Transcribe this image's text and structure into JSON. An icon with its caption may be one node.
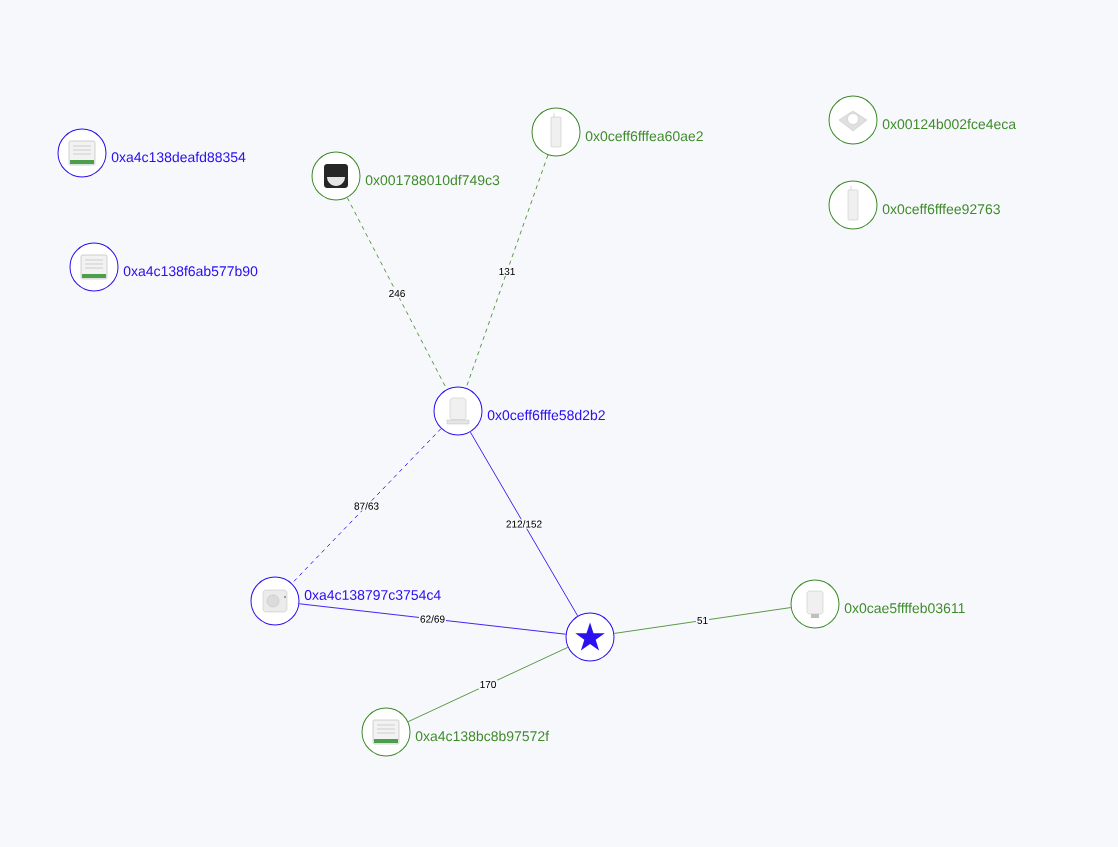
{
  "diagram": {
    "nodes": [
      {
        "text": [],
        "shape": "circle",
        "beside": [
          "0x00124b002fce4eca"
        ]
      },
      {
        "text": [],
        "shape": "circle",
        "beside": [
          "0x0ceff6fffea60ae2"
        ]
      },
      {
        "text": [],
        "shape": "circle",
        "beside": [
          "0xa4c138deafd88354"
        ]
      },
      {
        "text": [],
        "shape": "circle",
        "beside": [
          "0x001788010df749c3"
        ]
      },
      {
        "text": [],
        "shape": "circle",
        "beside": [
          "0x0ceff6fffee92763"
        ]
      },
      {
        "text": [],
        "shape": "circle",
        "beside": [
          "0xa4c138f6ab577b90"
        ]
      },
      {
        "text": [],
        "shape": "circle",
        "beside": [
          "0x0ceff6fffe58d2b2"
        ]
      },
      {
        "text": [],
        "shape": "circle",
        "beside": [
          "0xa4c138797c3754c4"
        ]
      },
      {
        "text": [],
        "shape": "circle",
        "beside": [
          "0x0cae5ffffeb03611"
        ]
      },
      {
        "text": [],
        "shape": "circle"
      },
      {
        "text": [],
        "shape": "circle",
        "beside": [
          "0xa4c138bc8b97572f"
        ]
      }
    ],
    "edges": [
      {
        "from": 3,
        "to": 6,
        "arrow": "none",
        "label": "246",
        "style": "dashed"
      },
      {
        "from": 1,
        "to": 6,
        "arrow": "none",
        "label": "131",
        "style": "dashed"
      },
      {
        "from": 6,
        "to": 7,
        "arrow": "none",
        "label": "87/63",
        "style": "dashed",
        "color": "#2b10f0"
      },
      {
        "from": 6,
        "to": 9,
        "arrow": "none",
        "label": "212/152",
        "color": "#2b10f0"
      },
      {
        "from": 7,
        "to": 9,
        "arrow": "none",
        "label": "62/69",
        "color": "#2b10f0"
      },
      {
        "from": 9,
        "to": 8,
        "arrow": "none",
        "label": "51"
      },
      {
        "from": 9,
        "to": 10,
        "arrow": "none",
        "label": "170"
      }
    ]
  }
}
